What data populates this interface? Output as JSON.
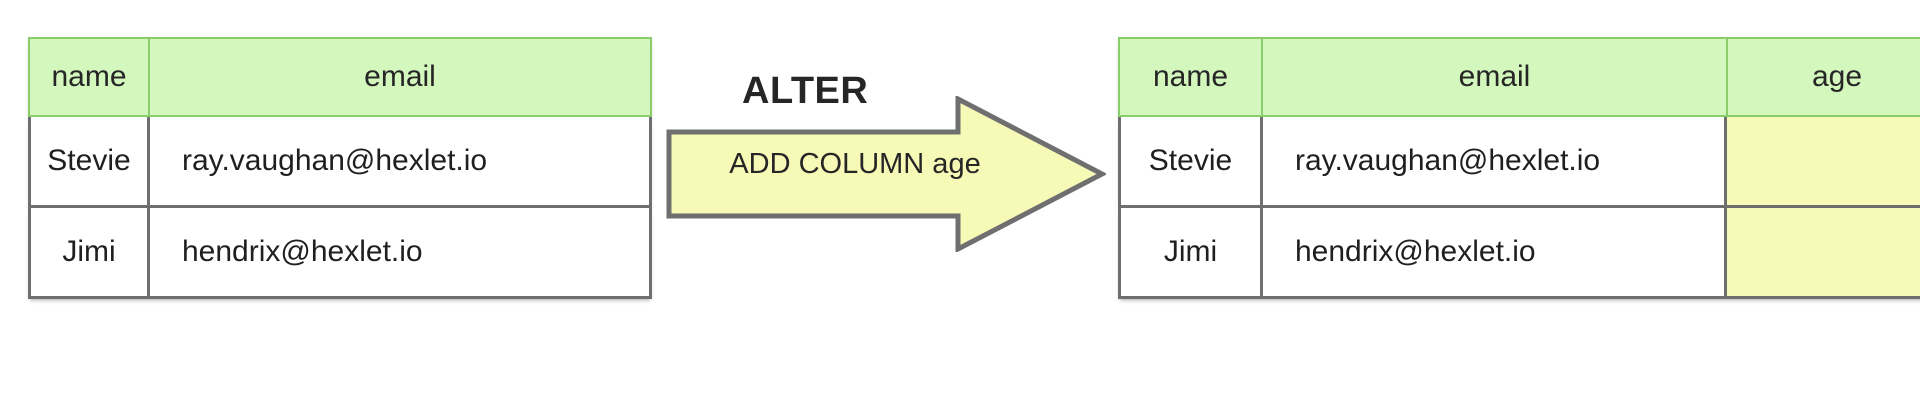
{
  "diagram": {
    "title_caption": "ALTER",
    "operation_text": "ADD COLUMN age",
    "colors": {
      "header_fill": "#d4f7bd",
      "header_border": "#8ace6c",
      "cell_border": "#6f6f6f",
      "new_column_fill": "#f7f9b6",
      "arrow_fill": "#f7f9b6",
      "arrow_border": "#6f6f6f",
      "text": "#262626"
    }
  },
  "before_table": {
    "name": "before-table",
    "columns": [
      "name",
      "email"
    ],
    "rows": [
      {
        "name": "Stevie",
        "email": "ray.vaughan@hexlet.io"
      },
      {
        "name": "Jimi",
        "email": "hendrix@hexlet.io"
      }
    ]
  },
  "after_table": {
    "name": "after-table",
    "columns": [
      "name",
      "email",
      "age"
    ],
    "rows": [
      {
        "name": "Stevie",
        "email": "ray.vaughan@hexlet.io",
        "age": ""
      },
      {
        "name": "Jimi",
        "email": "hendrix@hexlet.io",
        "age": ""
      }
    ]
  }
}
